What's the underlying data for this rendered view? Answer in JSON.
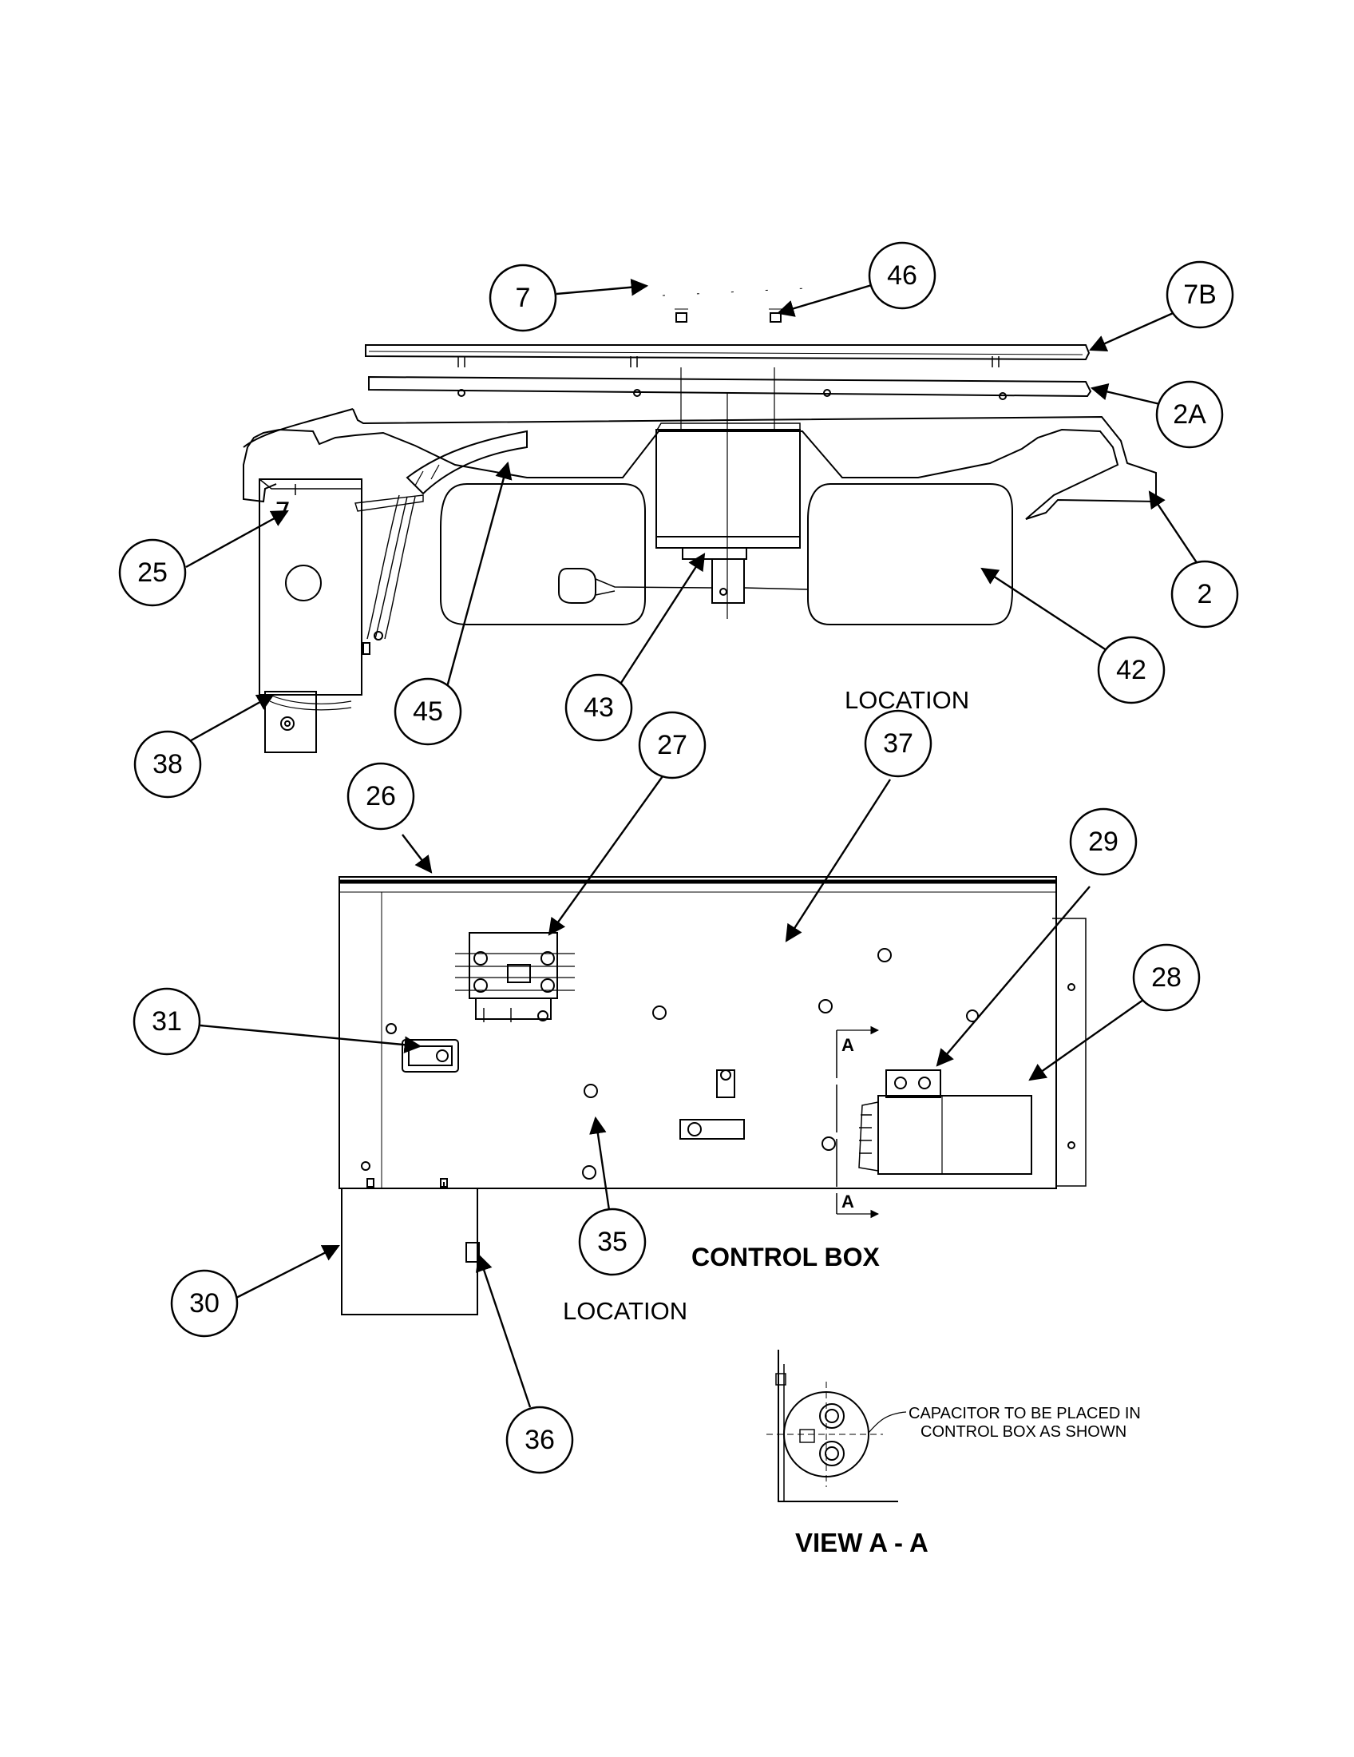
{
  "callouts": {
    "c7": "7",
    "c46": "46",
    "c7b": "7B",
    "c2a": "2A",
    "c2": "2",
    "c25": "25",
    "c45": "45",
    "c43": "43",
    "c42": "42",
    "c38": "38",
    "c37": "37",
    "c27": "27",
    "c26": "26",
    "c29": "29",
    "c28": "28",
    "c31": "31",
    "c35": "35",
    "c30": "30",
    "c36": "36"
  },
  "labels": {
    "location_top": "LOCATION",
    "location_bottom": "LOCATION",
    "control_box": "CONTROL BOX",
    "section_a_top": "A",
    "section_a_bottom": "A",
    "capacitor_note_line1": "CAPACITOR TO BE PLACED IN",
    "capacitor_note_line2": "CONTROL BOX AS SHOWN",
    "view_title": "VIEW A - A",
    "handwritten_mark": "7"
  }
}
